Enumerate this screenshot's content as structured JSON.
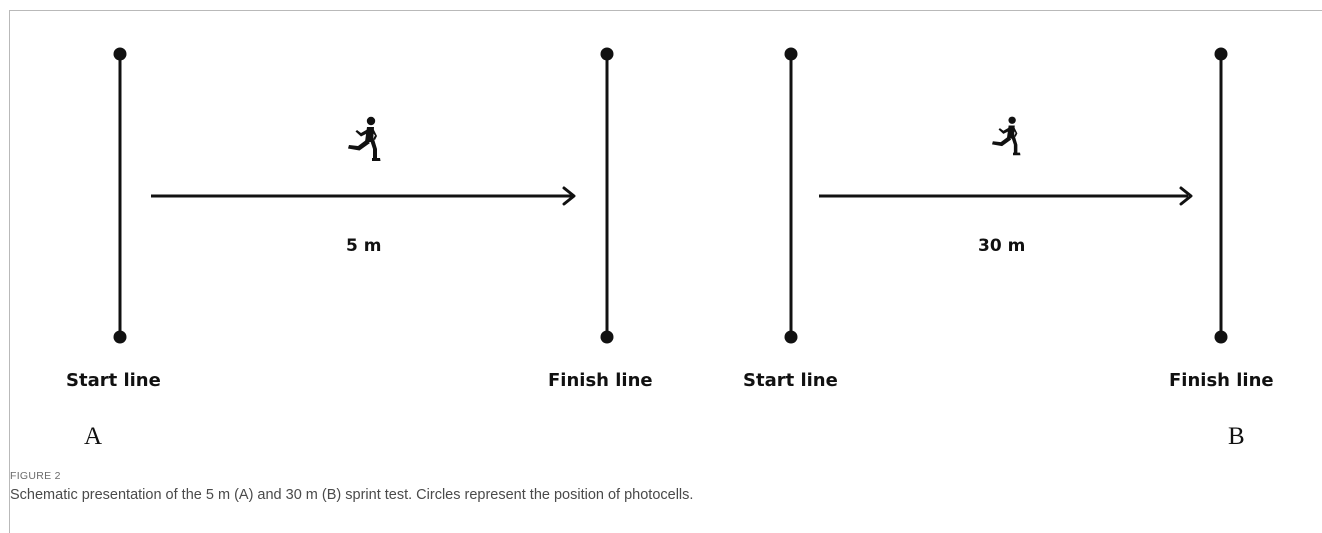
{
  "figure": {
    "label": "FIGURE 2",
    "caption": "Schematic presentation of the 5 m (A) and 30 m (B) sprint test. Circles represent the position of photocells."
  },
  "panels": [
    {
      "letter": "A",
      "start_label": "Start line",
      "finish_label": "Finish line",
      "distance": "5 m",
      "runner_icon": "runner-icon"
    },
    {
      "letter": "B",
      "start_label": "Start line",
      "finish_label": "Finish line",
      "distance": "30 m",
      "runner_icon": "runner-icon"
    }
  ],
  "colors": {
    "ink": "#111111",
    "caption": "#4a4a4a",
    "figure_label": "#6b6b6b",
    "frame": "#b9b9b9"
  }
}
